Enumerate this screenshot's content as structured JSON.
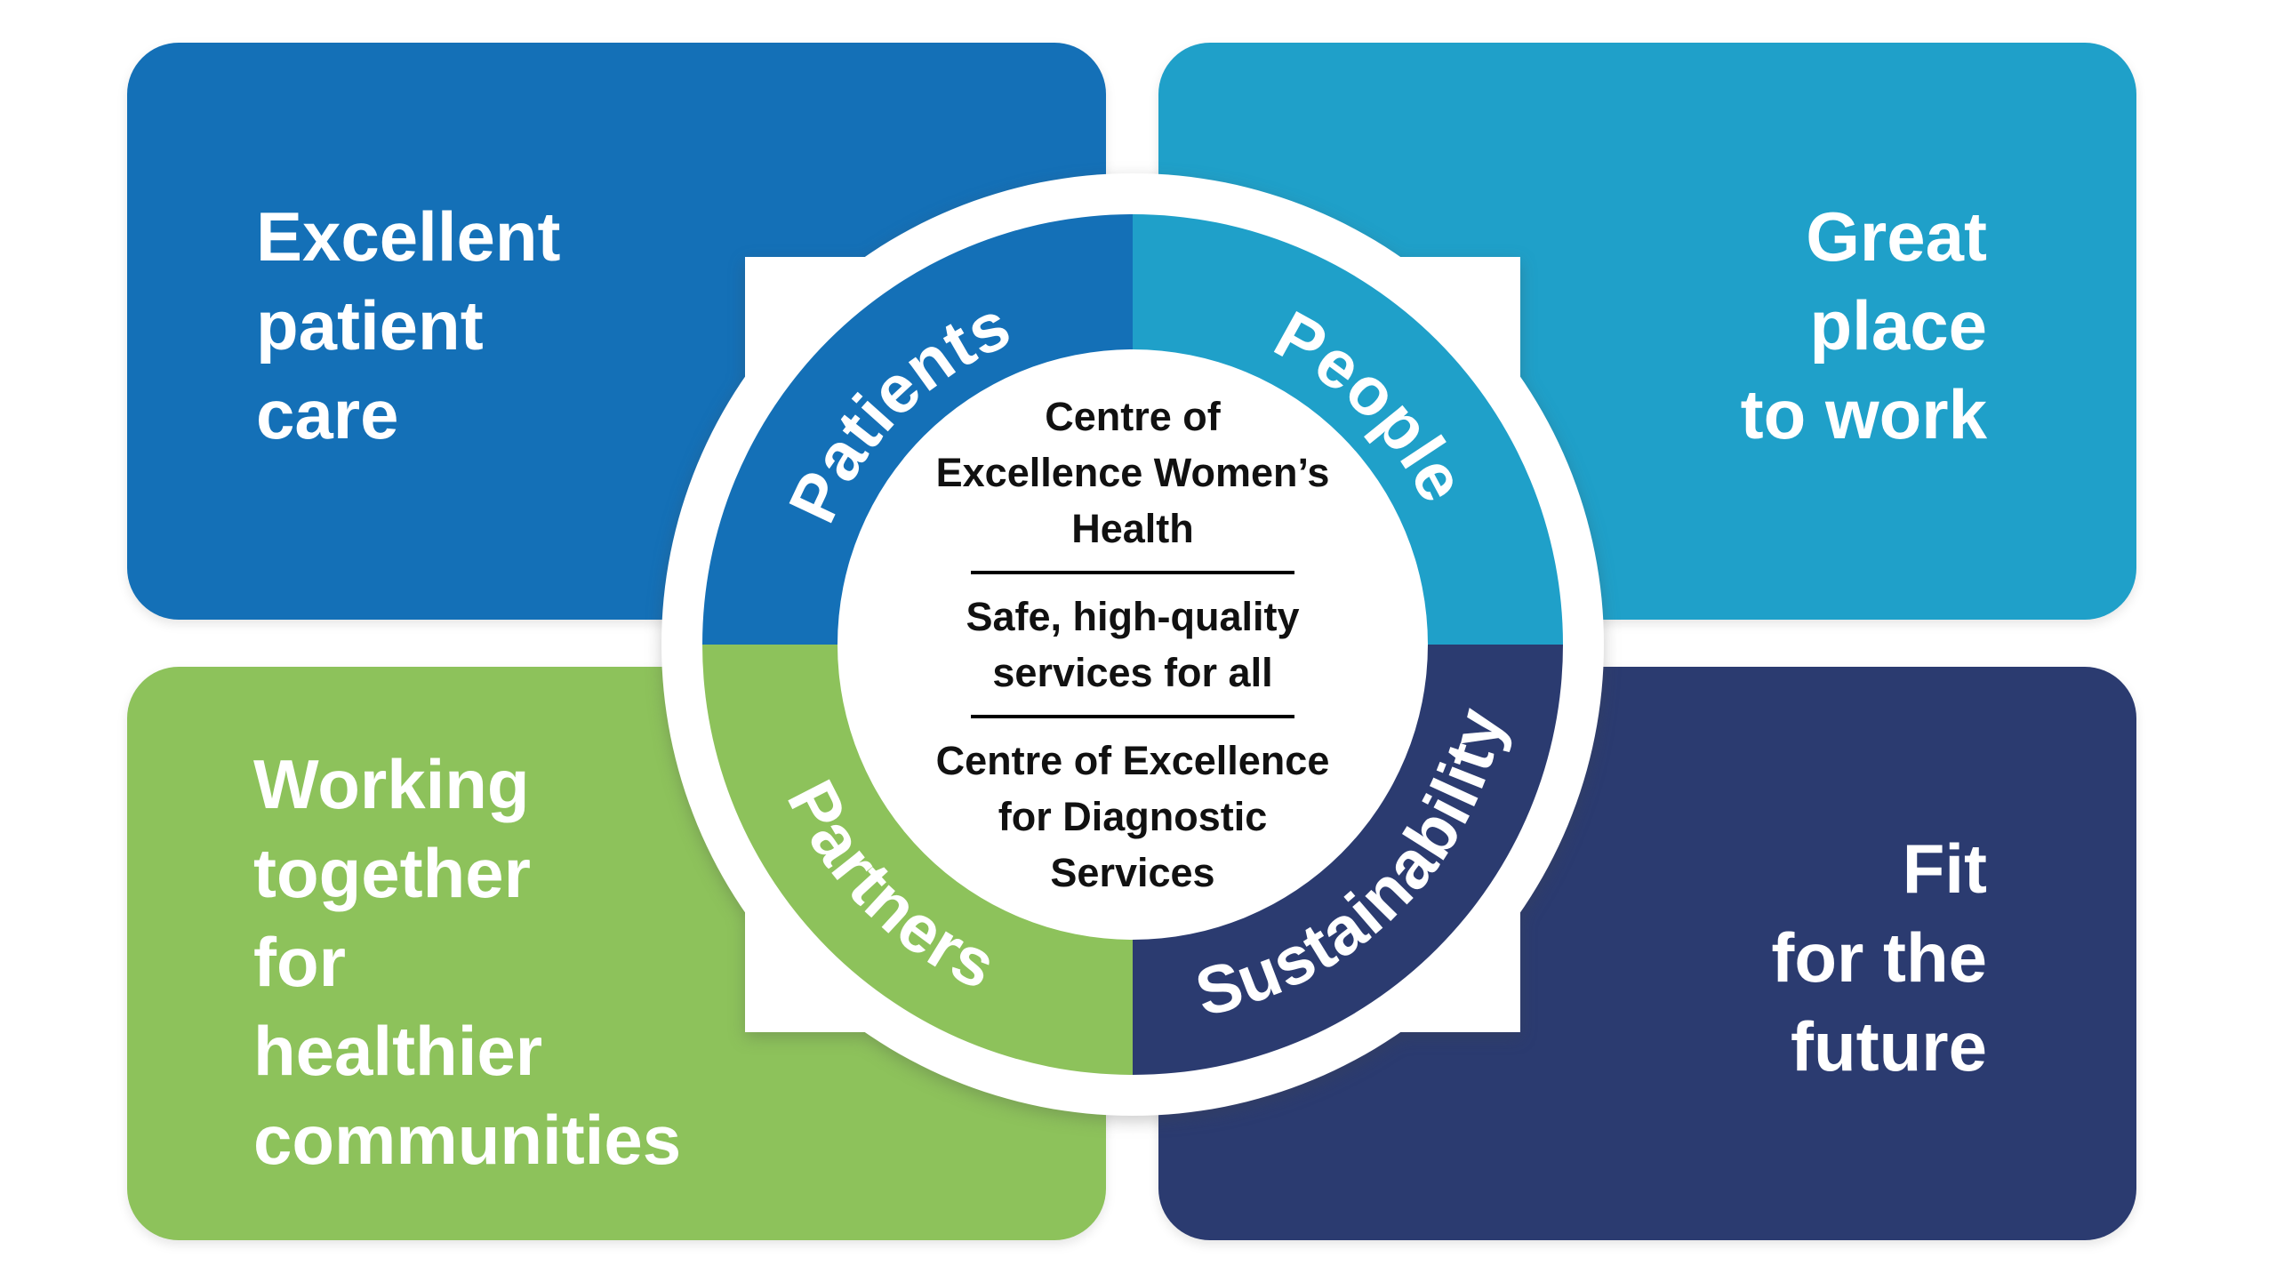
{
  "colors": {
    "patients_blue": "#1470b7",
    "people_teal": "#1fa0c9",
    "partners_green": "#8dc25b",
    "sustainability_navy": "#2b3b70",
    "ring_outline": "#ffffff",
    "label_text": "#ffffff",
    "centre_text": "#111111"
  },
  "quadrants": [
    {
      "id": "patients",
      "ring_label": "Patients",
      "color": "#1470b7",
      "card": {
        "align": "left",
        "lines": [
          "Excellent",
          "patient",
          "care"
        ]
      }
    },
    {
      "id": "people",
      "ring_label": "People",
      "color": "#1fa0c9",
      "card": {
        "align": "right",
        "lines": [
          "Great",
          "place",
          "to work"
        ]
      }
    },
    {
      "id": "partners",
      "ring_label": "Partners",
      "color": "#8dc25b",
      "card": {
        "align": "left",
        "lines": [
          "Working",
          "together",
          "for",
          "healthier",
          "communities"
        ]
      }
    },
    {
      "id": "sustainability",
      "ring_label": "Sustainability",
      "color": "#2b3b70",
      "card": {
        "align": "right",
        "lines": [
          "Fit",
          "for the",
          "future"
        ]
      }
    }
  ],
  "center": {
    "sections": [
      {
        "lines": [
          "Centre of",
          "Excellence Women’s",
          "Health"
        ]
      },
      {
        "lines": [
          "Safe, high-quality",
          "services for all"
        ]
      },
      {
        "lines": [
          "Centre of Excellence",
          "for Diagnostic",
          "Services"
        ]
      }
    ]
  }
}
